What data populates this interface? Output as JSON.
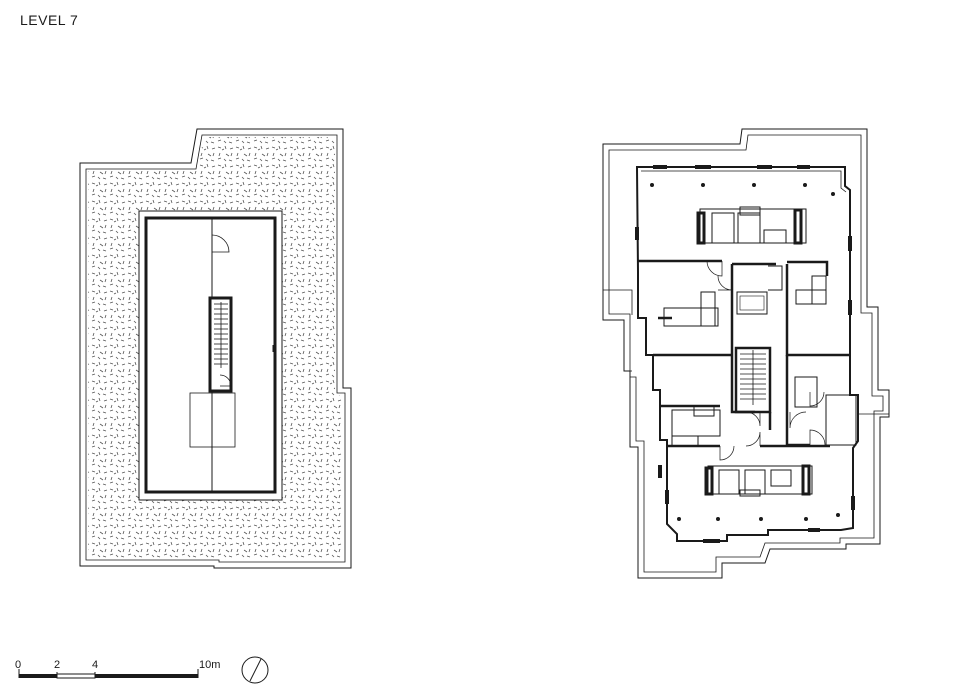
{
  "title": "LEVEL 7",
  "scale": {
    "ticks": [
      "0",
      "2",
      "4"
    ],
    "end_label": "10m"
  },
  "icons": {
    "north": "north-arrow-icon"
  },
  "colors": {
    "line": "#1a1a1a",
    "hatch": "#555555",
    "background": "#ffffff"
  }
}
